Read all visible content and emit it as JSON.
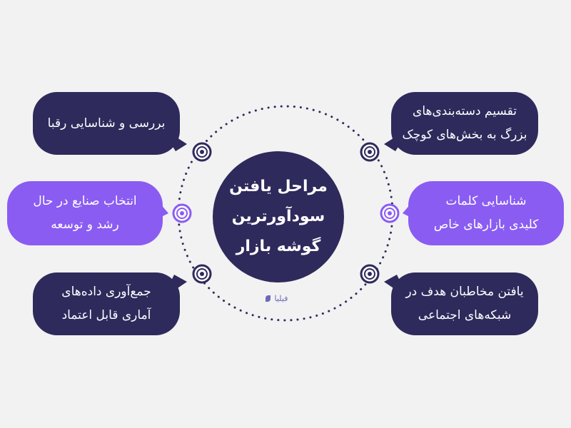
{
  "title_lines": [
    "مراحل یافتن",
    "سودآورترین",
    "گوشه بازار"
  ],
  "brand": "فیلیا",
  "steps": {
    "top_left": {
      "lines": [
        "بررسی و شناسایی رقبا"
      ]
    },
    "mid_left": {
      "lines": [
        "انتخاب صنایع  در حال",
        "رشد و توسعه"
      ]
    },
    "bottom_left": {
      "lines": [
        "جمع‌آوری داده‌های",
        "آماری قابل اعتماد"
      ]
    },
    "top_right": {
      "lines": [
        "تقسیم دسته‌بندی‌های",
        "بزرگ به بخش‌های کوچک"
      ]
    },
    "mid_right": {
      "lines": [
        "شناسایی کلمات",
        "کلیدی بازارهای خاص"
      ]
    },
    "bottom_right": {
      "lines": [
        "یافتن مخاطبان هدف در",
        "شبکه‌های اجتماعی"
      ]
    }
  },
  "colors": {
    "dark": "#2e2a5c",
    "accent": "#8a5cf2",
    "background": "#f2f2f2"
  }
}
